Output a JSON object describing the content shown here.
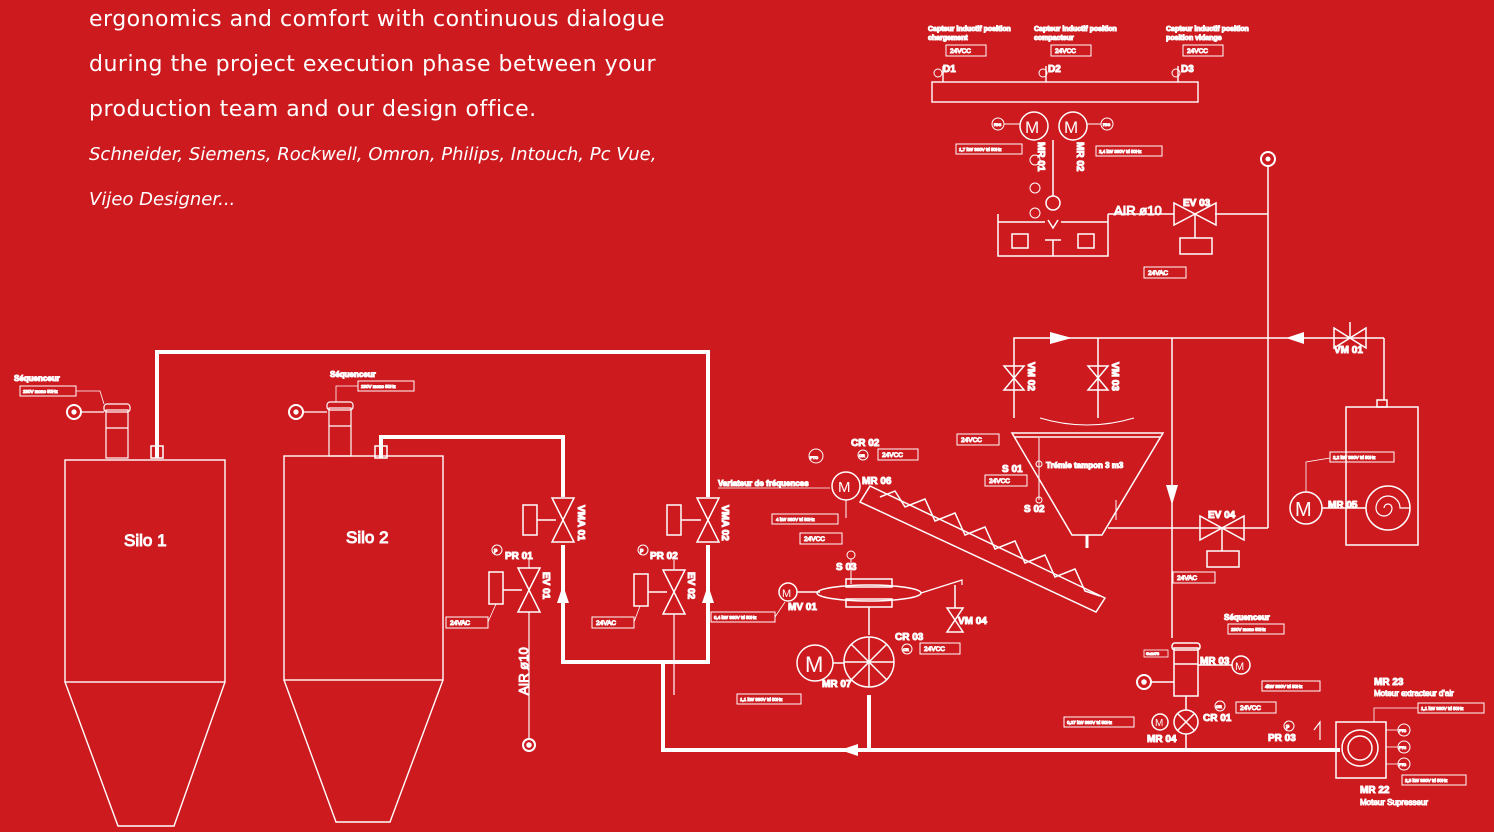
{
  "intro": {
    "lines": [
      "ergonomics and comfort with continuous dialogue",
      "during the project execution phase between your",
      "production team and our design office."
    ],
    "brands_line1": "Schneider, Siemens, Rockwell, Omron, Philips, Intouch, Pc Vue,",
    "brands_line2": "Vijeo Designer..."
  },
  "colors": {
    "background": "#cc1a1f",
    "lines": "#ffffff"
  },
  "silos": [
    {
      "label": "Silo 1"
    },
    {
      "label": "Silo 2"
    }
  ],
  "sequencers": [
    {
      "label": "Séquenceur",
      "rating": "230V mono 50Hz"
    },
    {
      "label": "Séquenceur",
      "rating": "230V mono 50Hz"
    },
    {
      "label": "Séquenceur",
      "rating": "230V mono 50Hz"
    }
  ],
  "sensors": [
    {
      "title1": "Capteur inductif position",
      "title2": "chargement",
      "voltage": "24VCC",
      "tag": "D1"
    },
    {
      "title1": "Capteur inductif position",
      "title2": "compacteur",
      "voltage": "24VCC",
      "tag": "D2"
    },
    {
      "title1": "Capteur inductif position",
      "title2": "position vidange",
      "voltage": "24VCC",
      "tag": "D3"
    }
  ],
  "valves": {
    "vma01": "VMA 01",
    "vma02": "VMA 02",
    "ev01": "EV 01",
    "ev02": "EV 02",
    "ev03": "EV 03",
    "ev04": "EV 04",
    "vm01": "VM 01",
    "vm02": "VM 02",
    "vm03": "VM 03",
    "vm04": "VM 04"
  },
  "pressure": {
    "pr01": "PR 01",
    "pr02": "PR 02",
    "pr03": "PR 03"
  },
  "motors": {
    "mr01": "MR 01",
    "mr02": "MR 02",
    "mr03": "MR 03",
    "mr04": "MR 04",
    "mr05": "MR 05",
    "mr06": "MR 06",
    "mr07": "MR 07",
    "mv01": "MV 01",
    "mr22": "MR 22",
    "mr22_desc": "Moteur Supresseur",
    "mr23": "MR 23",
    "mr23_desc": "Moteur extracteur d'air"
  },
  "misc": {
    "cr01": "CR 01",
    "cr02": "CR 02",
    "cr03": "CR 03",
    "s01": "S 01",
    "s02": "S 02",
    "s03": "S 03",
    "air_label": "AIR ø10",
    "air_label_vertical": "AIR ø10",
    "vfd": "Variateur de fréquences",
    "hopper": "Trémie tampon 3 m3",
    "v24vcc": "24VCC",
    "v24vac": "24VAC",
    "ptc": "PTC",
    "fdc": "FDC",
    "cr": "CR",
    "p": "P",
    "m": "M",
    "gates": "Gate73"
  },
  "ratings": {
    "mr01": "1,7 kW 380V tri 50Hz",
    "mr02": "2,4 kW 380V tri 50Hz",
    "mr05": "2,2 kW 380V tri 50Hz",
    "mr06": "4 kW 380V tri 50Hz",
    "mv01": "0,4 kW 380V tri 50Hz",
    "mr07": "1,1 kW 380V tri 50Hz",
    "mr03": "4kW 380V tri 50Hz",
    "mr04": "0,37 kW 380V tri 50Hz",
    "mr23": "1,1 kW 380V tri 50Hz",
    "mr22": "2,8 kW 380V tri 50Hz"
  }
}
